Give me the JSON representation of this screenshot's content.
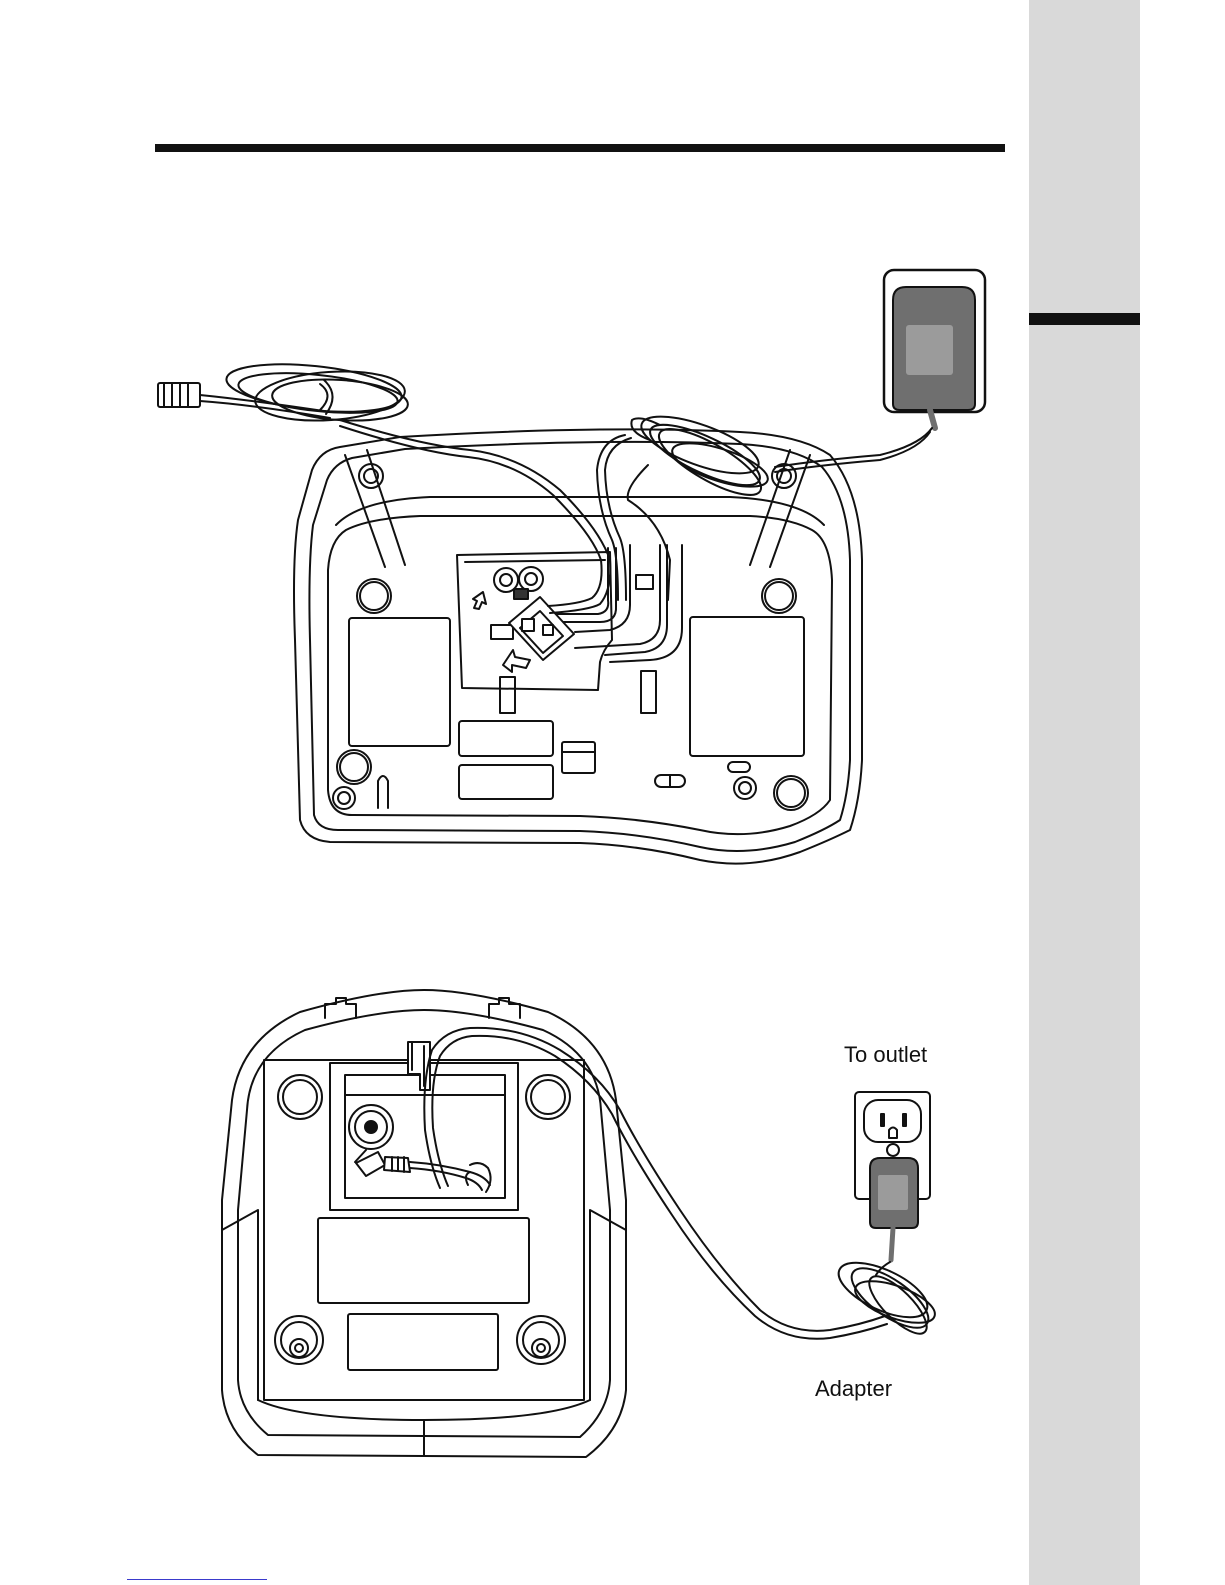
{
  "figures": {
    "base_figure": {
      "parts": [
        "telephone-base-bottom",
        "telephone-line-cord",
        "power-adapter",
        "cord-routing-channels",
        "arrow-marks"
      ]
    },
    "charger_figure": {
      "parts": [
        "handset-charger-bottom",
        "adapter-plug",
        "wall-outlet",
        "power-adapter",
        "coiled-cord"
      ],
      "outlet_label": "To outlet",
      "adapter_label": "Adapter"
    }
  },
  "colors": {
    "ink": "#111111",
    "adapter_fill": "#6f6f6f",
    "adapter_face": "#9b9b9b",
    "side_tab": "#d9d9d9",
    "cord": "#ffffff"
  }
}
